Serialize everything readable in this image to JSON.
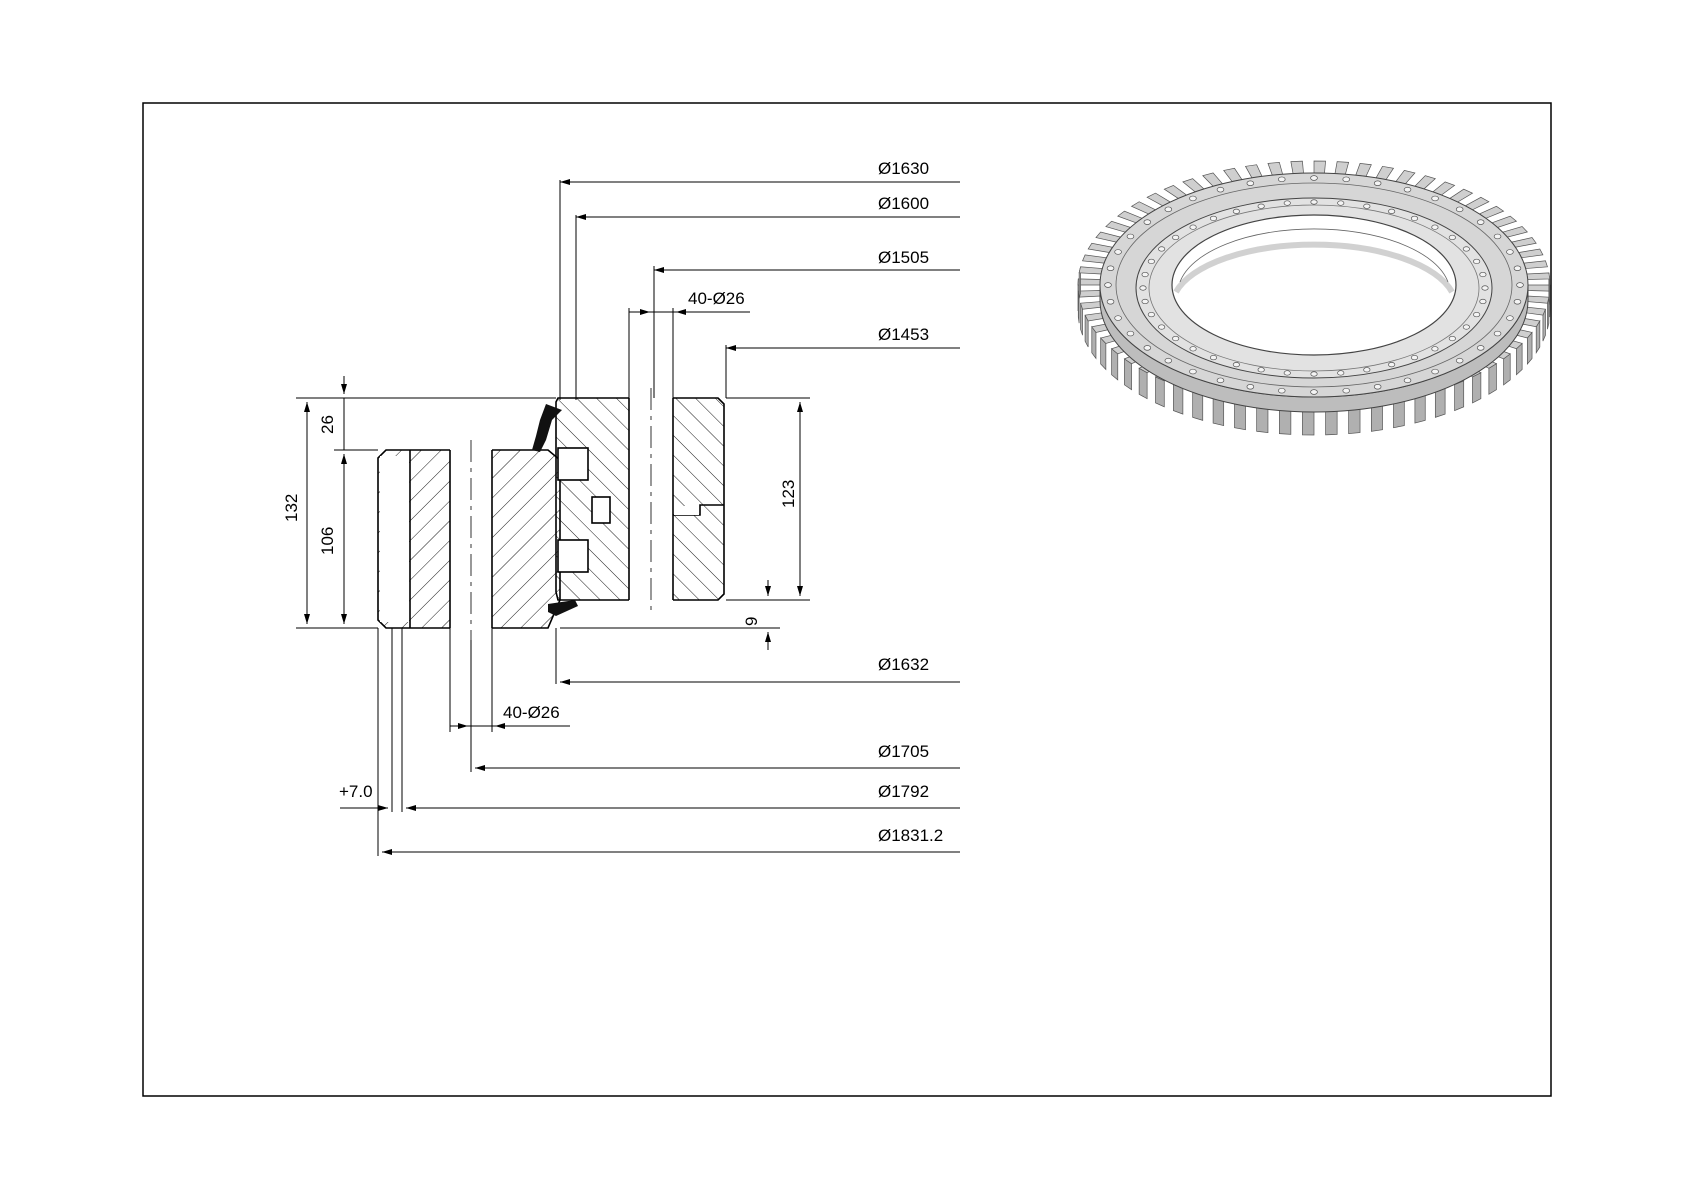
{
  "drawing": {
    "dimensions": {
      "d1630": "Ø1630",
      "d1600": "Ø1600",
      "d1505": "Ø1505",
      "holes_top": "40-Ø26",
      "d1453": "Ø1453",
      "h26": "26",
      "h132": "132",
      "h106": "106",
      "h123": "123",
      "h9": "9",
      "d1632": "Ø1632",
      "holes_bottom": "40-Ø26",
      "d1705": "Ø1705",
      "tol": "+7.0",
      "d1792": "Ø1792",
      "d1831": "Ø1831.2"
    },
    "isometric": {
      "teeth": 64,
      "bolt_holes": 40
    }
  }
}
